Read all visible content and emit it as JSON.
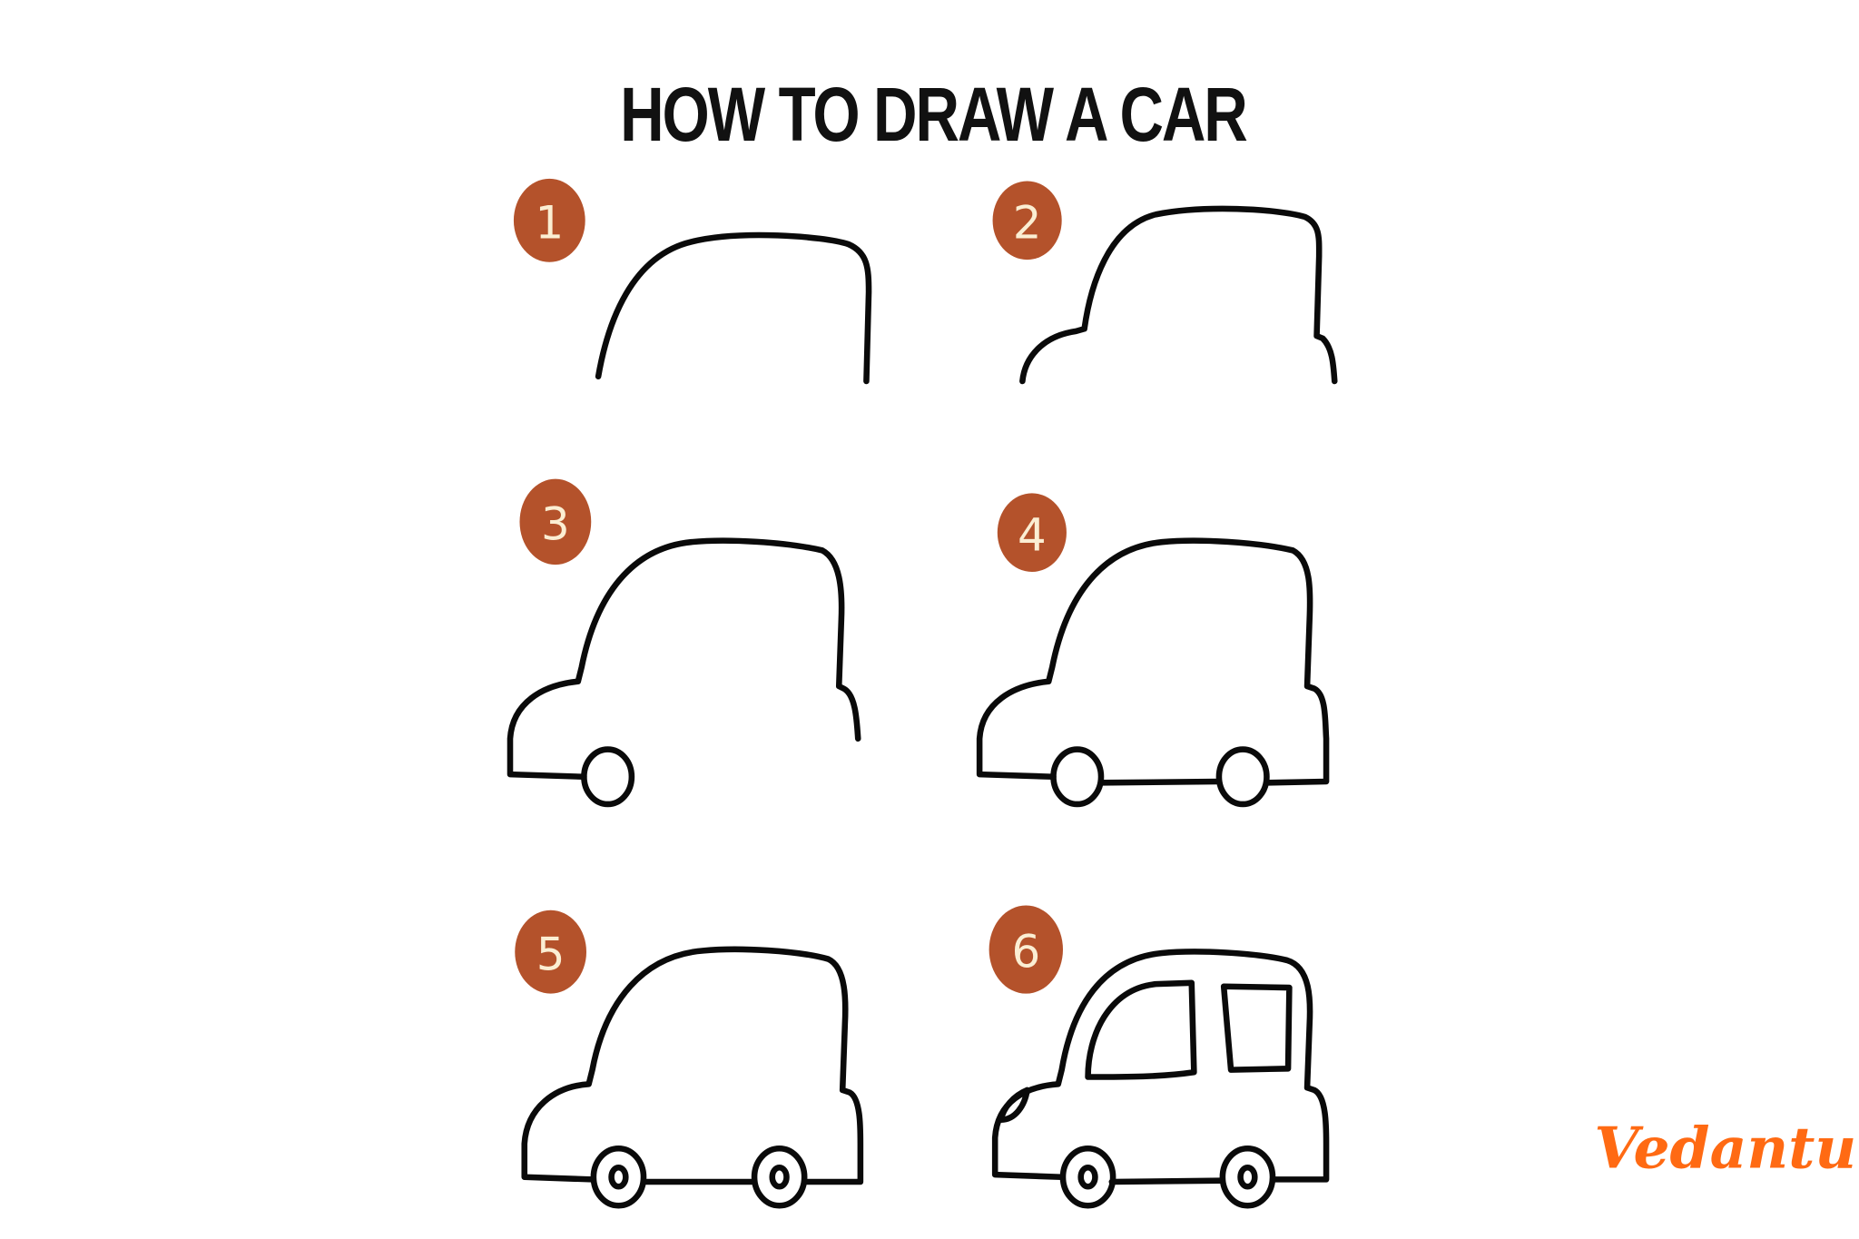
{
  "title": "HOW TO DRAW A CAR",
  "steps": [
    {
      "number": "1"
    },
    {
      "number": "2"
    },
    {
      "number": "3"
    },
    {
      "number": "4"
    },
    {
      "number": "5"
    },
    {
      "number": "6"
    }
  ],
  "brand": {
    "logo_text": "Vedantu",
    "color": "#ff6a13"
  },
  "colors": {
    "badge": "#b4522b",
    "badge_text": "#fbeed3",
    "line": "#0a0a0a"
  }
}
